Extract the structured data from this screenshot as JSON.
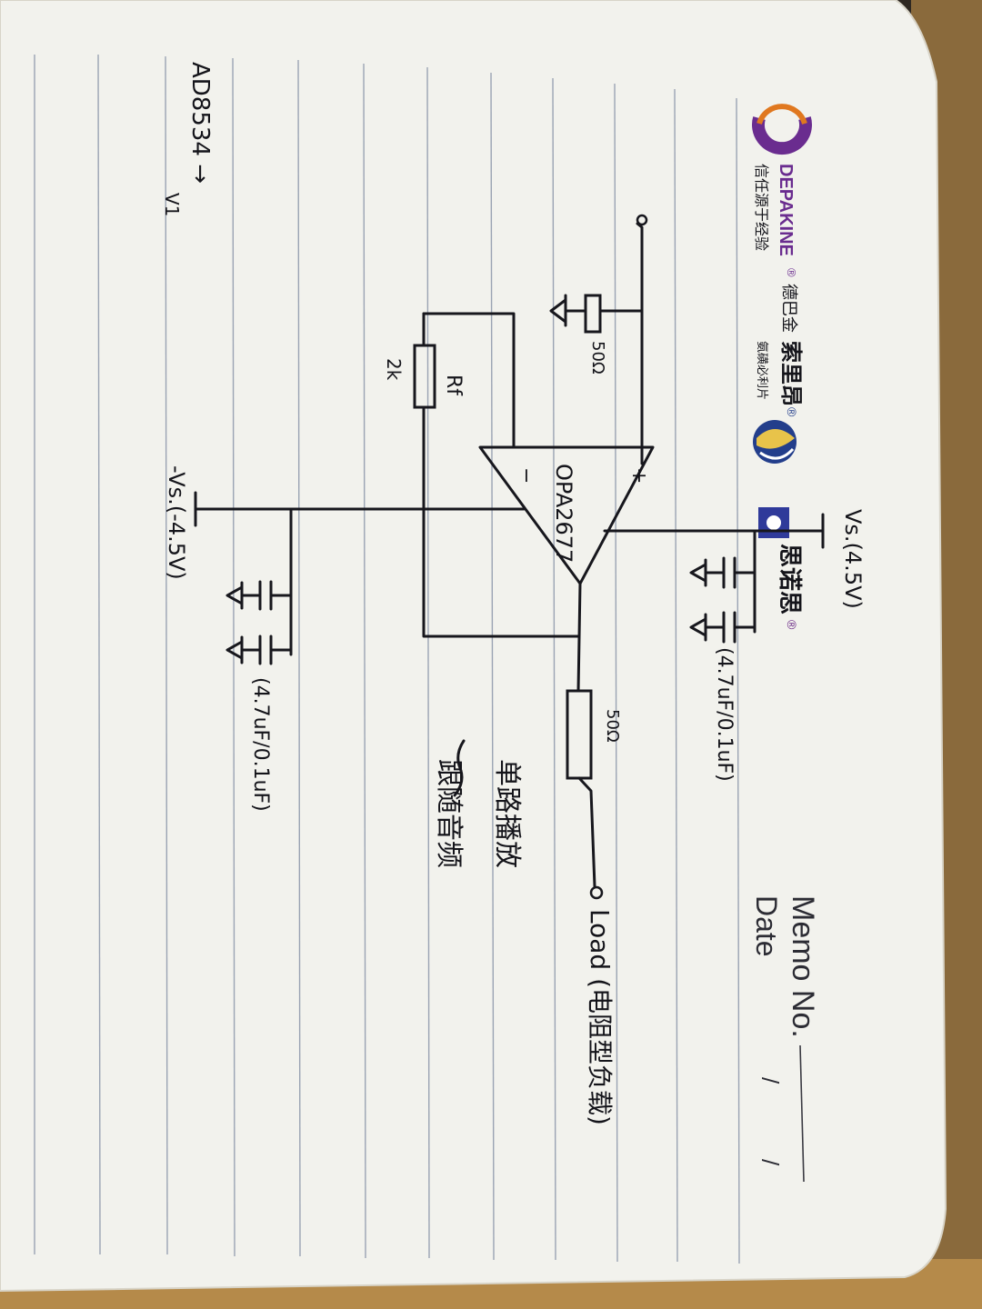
{
  "header": {
    "memo_label": "Memo No.",
    "date_label": "Date",
    "date_slashes": [
      "/",
      "/"
    ]
  },
  "logos": [
    {
      "brand": "DEPAKINE",
      "reg": "®",
      "cn_name": "德巴金",
      "tagline": "信任源于经验",
      "icon": "depakine-c-icon"
    },
    {
      "brand": "索里昂",
      "reg": "®",
      "tagline": "氨磺必利片",
      "icon": "solian-swirl-icon"
    },
    {
      "brand": "思诺思",
      "reg": "®",
      "icon": "stilnox-square-icon"
    }
  ],
  "schematic": {
    "source": "AD8534 →",
    "v1": "V1",
    "r_input": "50Ω",
    "rf_label": "Rf",
    "rf_value": "2k",
    "opamp": "OPA2677",
    "plus": "+",
    "minus": "−",
    "vs_pos": "Vs.(4.5V)",
    "vs_neg": "-Vs.(-4.5V)",
    "cap_pos": "(4.7uF/0.1uF)",
    "cap_neg": "(4.7uF/0.1uF)",
    "r_output": "50Ω",
    "load": "Load (电阻型负载)",
    "note_line1": "单路播放",
    "note_line2": "跟随音频"
  },
  "colors": {
    "paper": "#f3f3ee",
    "ink": "#17171d",
    "rule": "#9aa3b3",
    "depakine_purple": "#6a2c8f",
    "depakine_orange": "#e0781f",
    "solian_blue": "#233e8b",
    "stilnox_purple": "#6b2a86"
  }
}
